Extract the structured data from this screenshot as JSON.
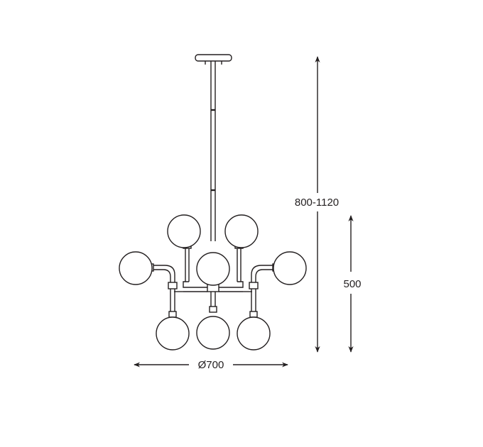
{
  "dimensions": {
    "total_height": "800-1120",
    "body_height": "500",
    "diameter": "Ø700"
  },
  "colors": {
    "line": "#231f20",
    "background": "#ffffff"
  }
}
